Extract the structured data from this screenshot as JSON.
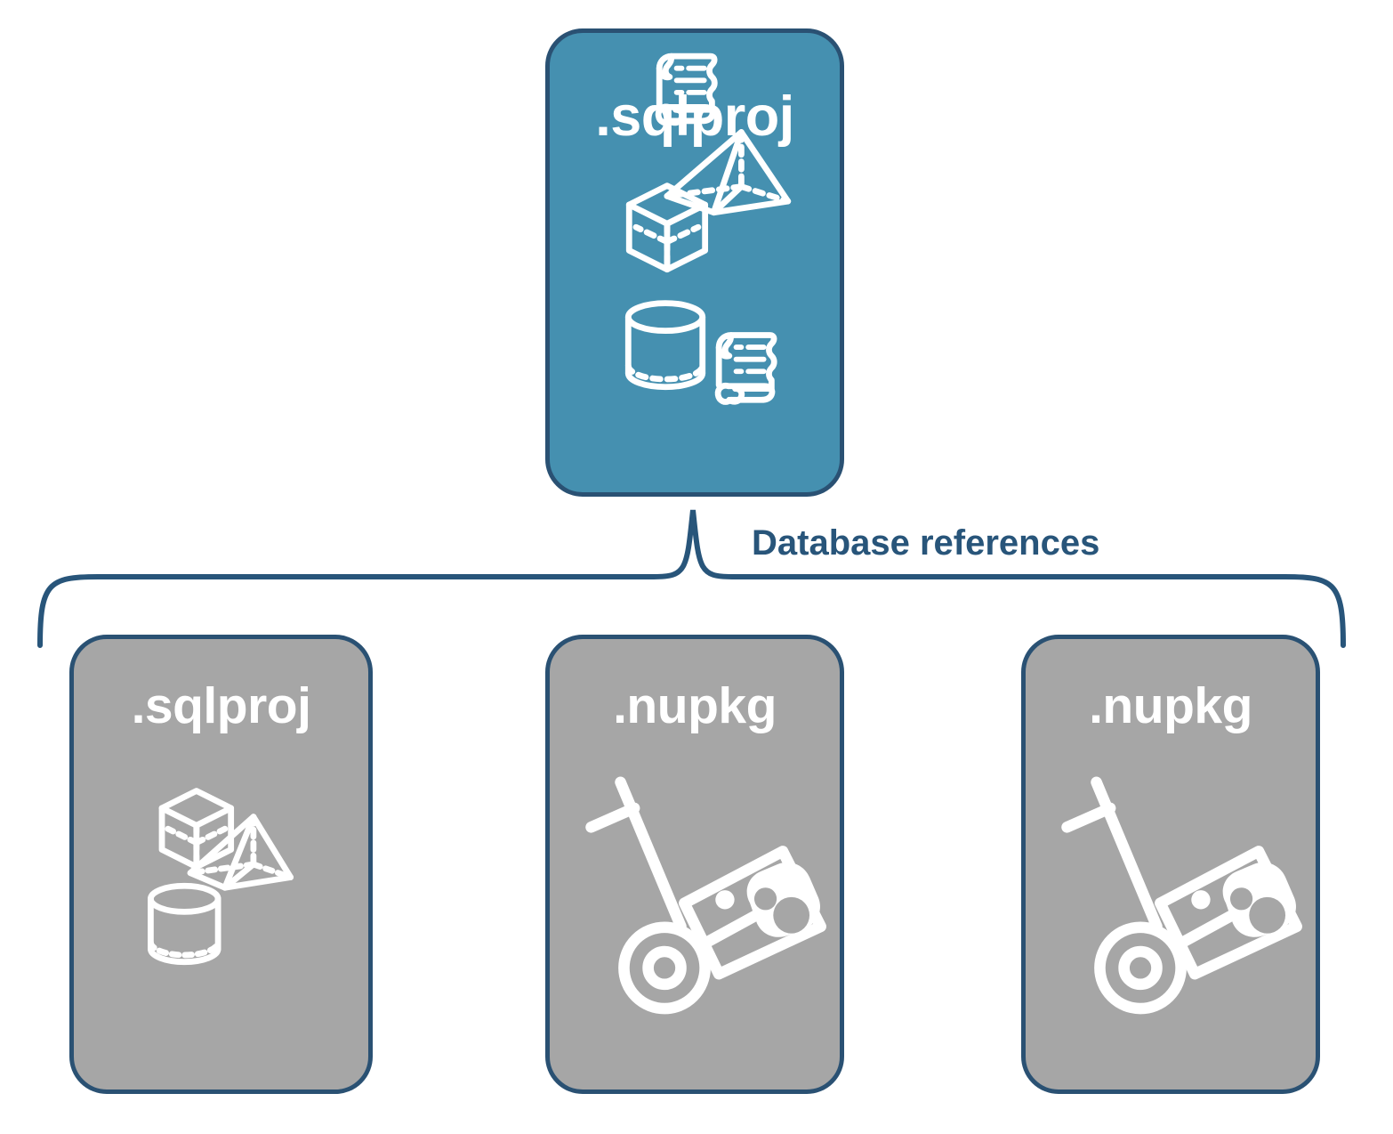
{
  "diagram": {
    "title_top": ".sqlproj",
    "connector_label": "Database references",
    "colors": {
      "primary_blue": "#4590B0",
      "border_navy": "#2A5173",
      "gray_fill": "#A6A6A6",
      "label_navy": "#28557A",
      "icon_white": "#FFFFFF"
    },
    "top_node": {
      "label": ".sqlproj",
      "fill": "blue",
      "icons": [
        "cube-wireframe-icon",
        "scroll-icon",
        "pyramid-wireframe-icon",
        "cylinder-wireframe-icon",
        "scroll-icon"
      ]
    },
    "reference_nodes": [
      {
        "label": ".sqlproj",
        "fill": "gray",
        "icons": [
          "cube-wireframe-icon",
          "pyramid-wireframe-icon",
          "cylinder-wireframe-icon"
        ]
      },
      {
        "label": ".nupkg",
        "fill": "gray",
        "icons": [
          "nuget-handtruck-icon"
        ]
      },
      {
        "label": ".nupkg",
        "fill": "gray",
        "icons": [
          "nuget-handtruck-icon"
        ]
      }
    ]
  }
}
